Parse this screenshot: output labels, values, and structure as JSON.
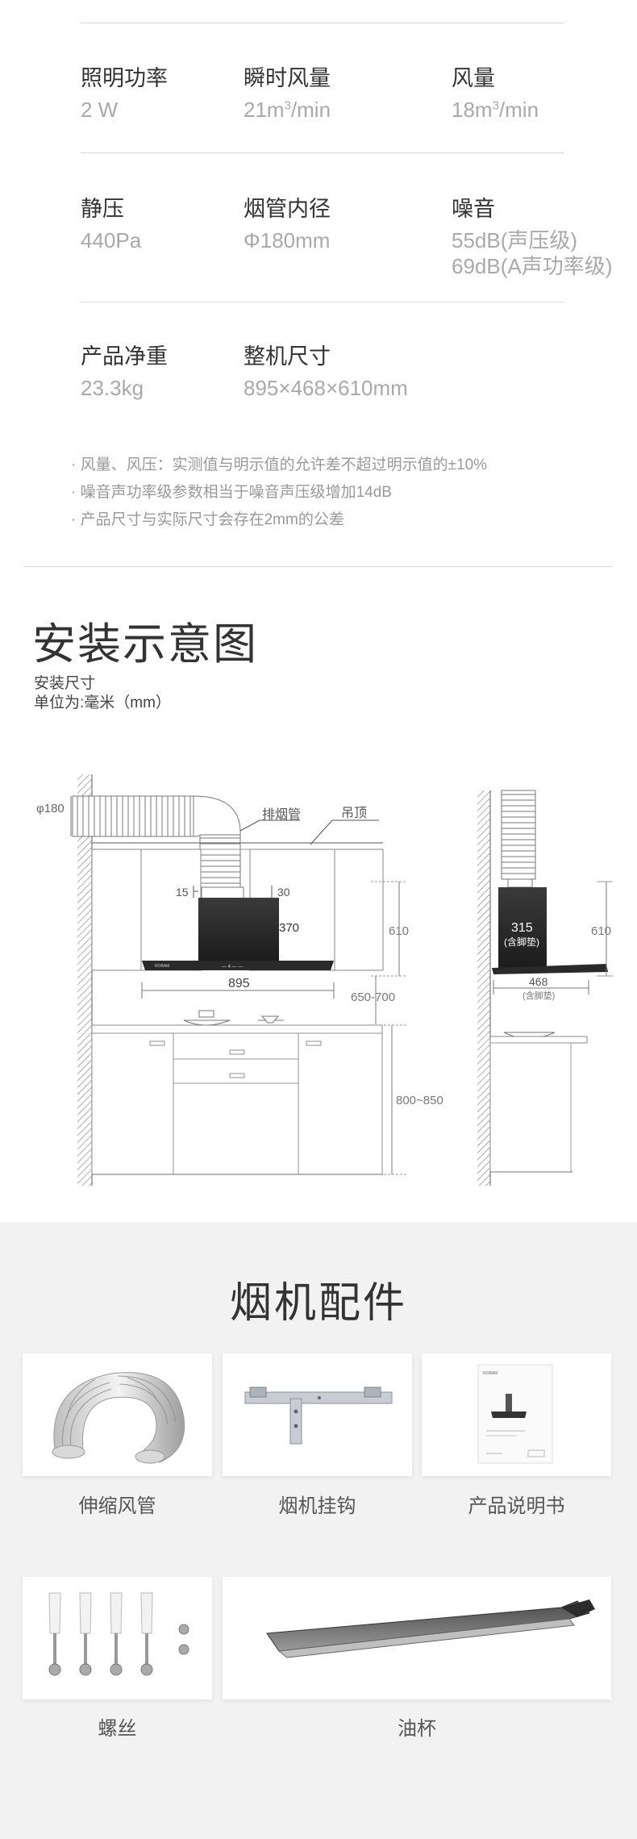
{
  "specs": {
    "row1": [
      {
        "label": "照明功率",
        "value": "2 W"
      },
      {
        "label": "瞬时风量",
        "value_pre": "21m",
        "value_sup": "3",
        "value_post": "/min"
      },
      {
        "label": "风量",
        "value_pre": "18m",
        "value_sup": "3",
        "value_post": "/min"
      }
    ],
    "row2": [
      {
        "label": "静压",
        "value": "440Pa"
      },
      {
        "label": "烟管内径",
        "value": "Φ180mm"
      },
      {
        "label": "噪音",
        "value": "55dB(声压级)",
        "value2": "69dB(A声功率级)"
      }
    ],
    "row3": [
      {
        "label": "产品净重",
        "value": "23.3kg"
      },
      {
        "label": "整机尺寸",
        "value": "895×468×610mm"
      }
    ],
    "notes": [
      "· 风量、风压：实测值与明示值的允许差不超过明示值的±10%",
      "· 噪音声功率级参数相当于噪音声压级增加14dB",
      "· 产品尺寸与实际尺寸会存在2mm的公差"
    ]
  },
  "install": {
    "title": "安装示意图",
    "subtitle": "安装尺寸",
    "unit": "单位为:毫米（mm）",
    "labels": {
      "phi180": "φ180",
      "exhaust_pipe": "排烟管",
      "ceiling": "吊顶",
      "d15": "15",
      "d30": "30",
      "d370": "370",
      "d610": "610",
      "d895": "895",
      "d650_700": "650-700",
      "d800_850": "800~850",
      "d315": "315",
      "with_feet": "(含脚垫)",
      "d610_side": "610",
      "d468": "468",
      "with_feet_2": "(含脚垫)"
    }
  },
  "accessories": {
    "title": "烟机配件",
    "items": [
      {
        "name": "伸缩风管",
        "icon": "flex-duct-image"
      },
      {
        "name": "烟机挂钩",
        "icon": "hanging-bracket-image"
      },
      {
        "name": "产品说明书",
        "icon": "manual-image"
      },
      {
        "name": "螺丝",
        "icon": "screws-image"
      },
      {
        "name": "油杯",
        "icon": "oil-cup-image"
      }
    ]
  }
}
